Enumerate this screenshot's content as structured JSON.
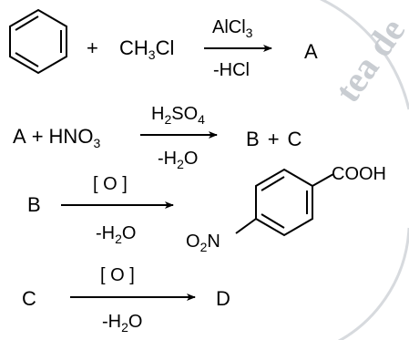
{
  "reactions": [
    {
      "reagent": "CH3Cl",
      "reagent_parts": [
        "CH",
        "3",
        "Cl"
      ],
      "plus": "+",
      "above": [
        "AlCl",
        "3"
      ],
      "below": "-HCl",
      "product": "A"
    },
    {
      "reactant": "A",
      "plus": "+",
      "reagent_parts": [
        "HNO",
        "3"
      ],
      "above": [
        "H",
        "2",
        "SO",
        "4"
      ],
      "below": [
        "-H",
        "2",
        "O"
      ],
      "products": [
        "B",
        "+",
        "C"
      ]
    },
    {
      "reactant": "B",
      "above": "[ O ]",
      "below": [
        "-H",
        "2",
        "O"
      ],
      "product": {
        "name": "4-nitrobenzoic acid",
        "group_top": "COOH",
        "group_left": [
          "O",
          "2",
          "N"
        ]
      }
    },
    {
      "reactant": "C",
      "above": "[ O ]",
      "below": [
        "-H",
        "2",
        "O"
      ],
      "product": "D"
    }
  ],
  "watermark": "tea de",
  "colors": {
    "ink": "#000000",
    "watermark": "#c9cdd2",
    "background": "#ffffff"
  },
  "icons": {
    "arrow": "reaction-arrow",
    "ring": "benzene-ring"
  }
}
